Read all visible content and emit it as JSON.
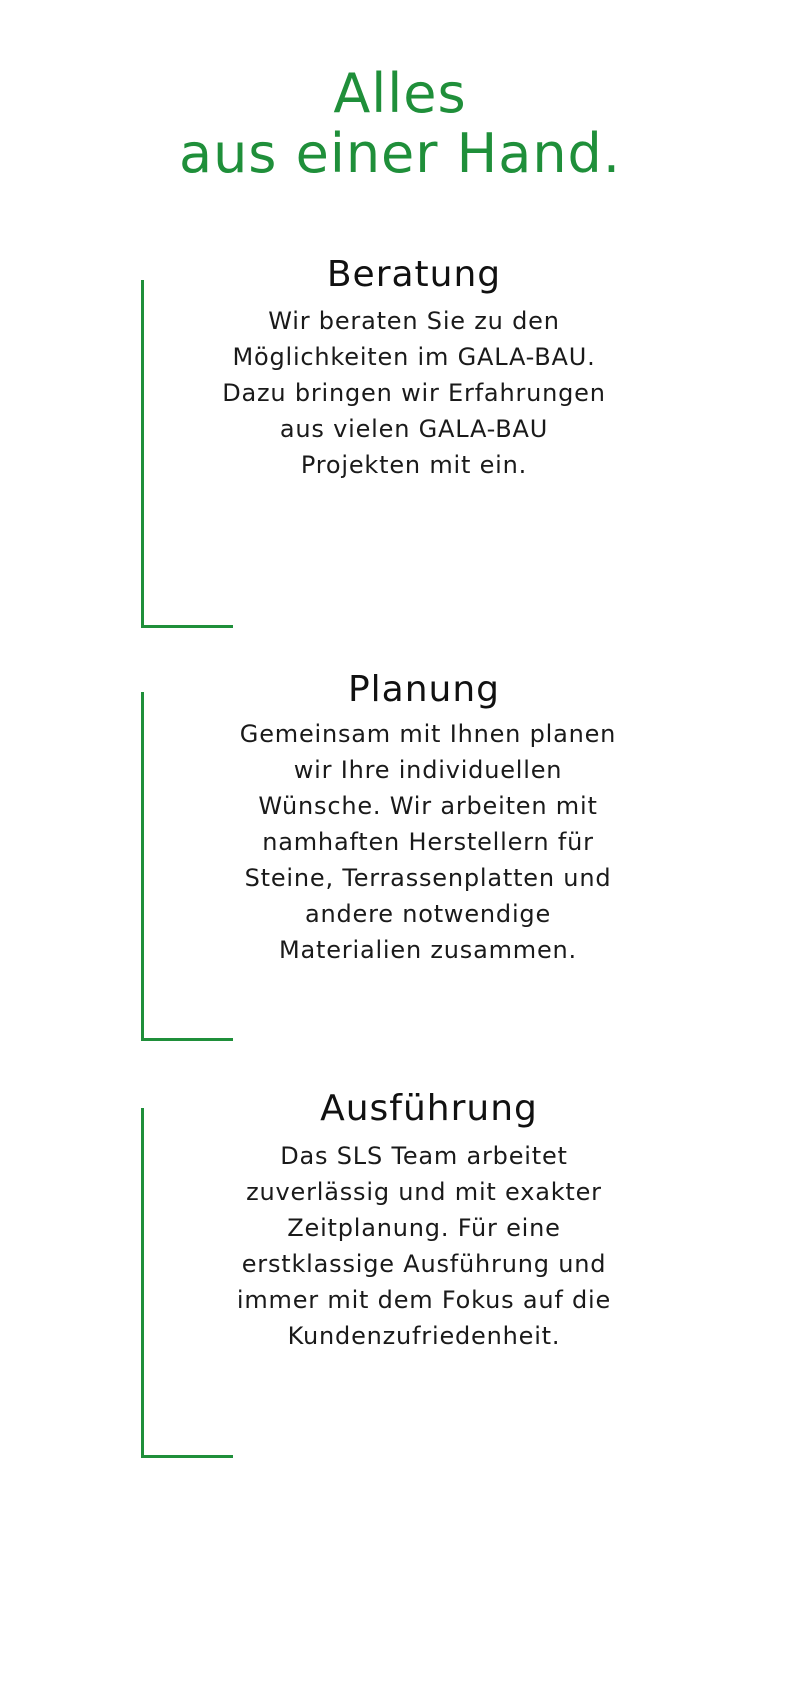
{
  "headline": {
    "line1": "Alles",
    "line2": "aus einer Hand."
  },
  "sections": [
    {
      "title": "Beratung",
      "text": "Wir beraten Sie zu den\nMöglichkeiten im GALA-BAU.\nDazu bringen wir Erfahrungen\naus vielen GALA-BAU\nProjekten mit ein."
    },
    {
      "title": "Planung",
      "text": "Gemeinsam mit Ihnen planen\nwir Ihre individuellen\nWünsche. Wir arbeiten mit\nnamhaften Herstellern für\nSteine, Terrassenplatten und\nandere notwendige\nMaterialien zusammen."
    },
    {
      "title": "Ausführung",
      "text": "Das SLS Team arbeitet\nzuverlässig und mit exakter\nZeitplanung. Für eine\nerstklassige Ausführung und\nimmer mit dem Fokus auf die\nKundenzufriedenheit."
    }
  ],
  "colors": {
    "accent": "#1f8f3a",
    "text": "#111111",
    "background": "#ffffff"
  }
}
